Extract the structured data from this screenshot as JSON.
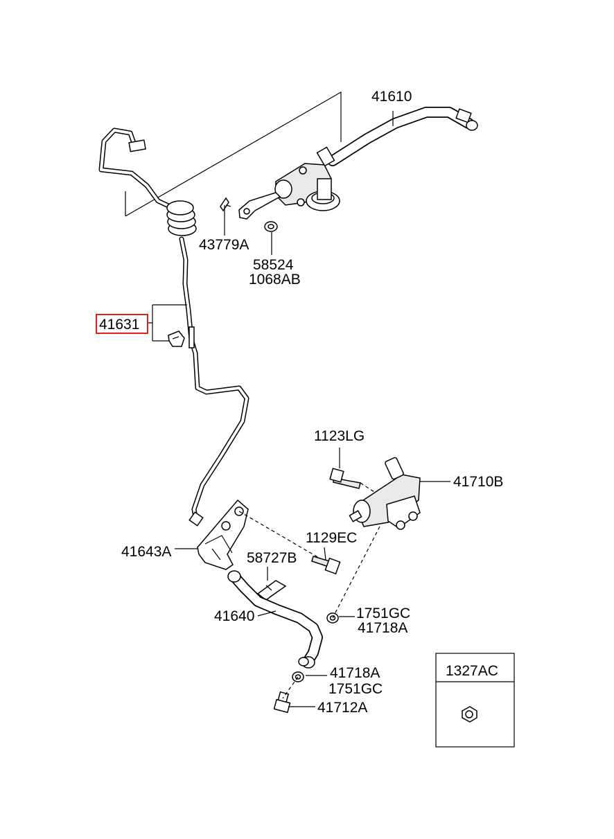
{
  "labels": {
    "p41610": "41610",
    "p43779A": "43779A",
    "p58524": "58524",
    "p1068AB": "1068AB",
    "p41631": "41631",
    "p1123LG": "1123LG",
    "p41710B": "41710B",
    "p1129EC": "1129EC",
    "p41643A": "41643A",
    "p58727B": "58727B",
    "p41640": "41640",
    "p1751GC_a": "1751GC",
    "p41718A_a": "41718A",
    "p41718A_b": "41718A",
    "p1751GC_b": "1751GC",
    "p41712A": "41712A",
    "p1327AC": "1327AC"
  },
  "highlighted_part": "41631",
  "colors": {
    "line": "#000000",
    "highlight": "#e02020",
    "background": "#ffffff"
  }
}
